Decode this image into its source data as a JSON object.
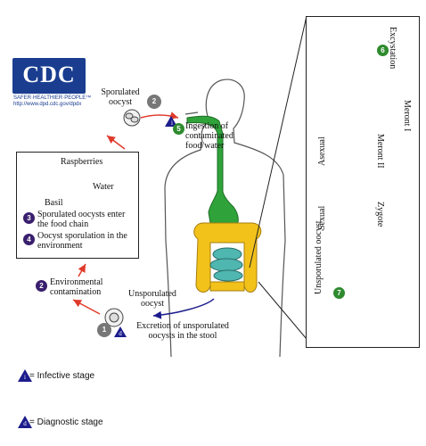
{
  "logo": {
    "text": "CDC",
    "tagline": "SAFER·HEALTHIER·PEOPLE™",
    "url": "http://www.dpd.cdc.gov/dpdx"
  },
  "labels": {
    "sporulated_oocyst": "Sporulated oocyst",
    "ingestion": "Ingestion of contaminated food/water",
    "raspberries": "Raspberries",
    "water": "Water",
    "basil": "Basil",
    "step3": "Sporulated oocysts enter the food chain",
    "step4": "Oocyst sporulation in the environment",
    "env_contam": "Environmental contamination",
    "unsporulated_oocyst": "Unsporulated oocyst",
    "excretion": "Excretion of unsporulated oocysts in the stool",
    "excystation": "Excystation",
    "asexual": "Asexual",
    "sexual": "Sexual",
    "meront1": "Meront I",
    "meront2": "Meront II",
    "zygote": "Zygote",
    "unsporulated_panel": "Unsporulated oocyst"
  },
  "steps": {
    "s1": "1",
    "s2": "2",
    "s3": "3",
    "s4": "4",
    "s5": "5",
    "s6": "6",
    "s7": "7",
    "gray1": "1",
    "gray2": "2"
  },
  "legend": {
    "infective_symbol": "i",
    "infective": "= Infective stage",
    "diagnostic_symbol": "d",
    "diagnostic": "= Diagnostic stage"
  },
  "colors": {
    "cdc_blue": "#1a3d8f",
    "step_purple": "#3a1f6e",
    "step_green": "#2e8b2e",
    "arrow_red": "#e03a2a",
    "arrow_blue": "#1c1c8c",
    "gut_green": "#2fa33a",
    "colon_yellow": "#f2c21a",
    "intestine_teal": "#4fb6b0"
  }
}
